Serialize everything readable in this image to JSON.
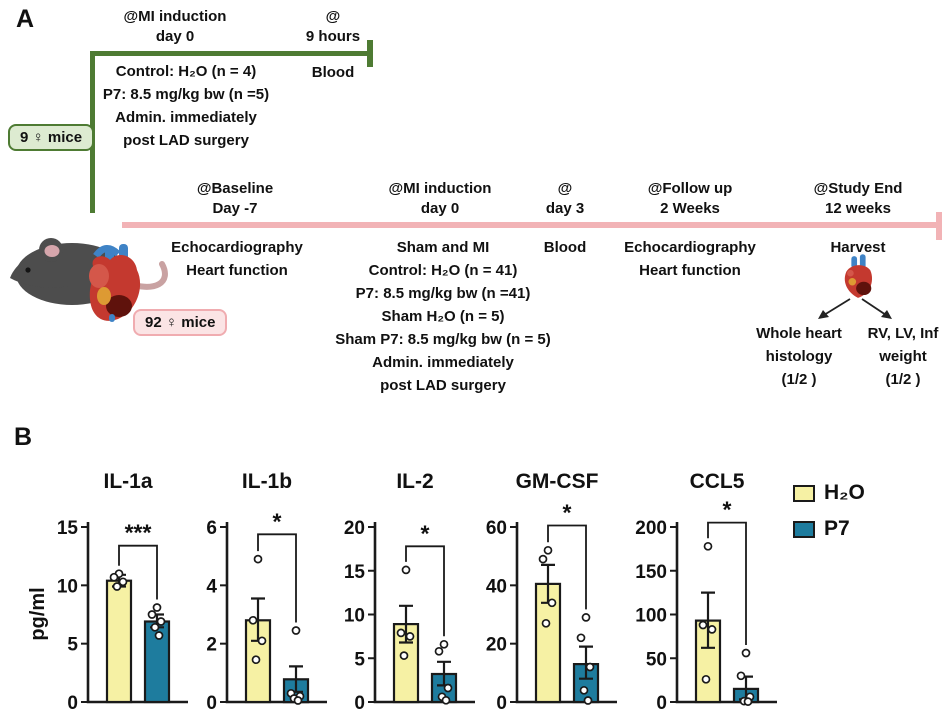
{
  "colors": {
    "h2o": "#F6F1A4",
    "p7": "#1E7C9E",
    "stroke": "#1a1a1a",
    "green": "#4E7B33",
    "green_badge_bg": "#DDEBD1",
    "pink": "#F2B3B6",
    "pink_badge_bg": "#FBE4E5",
    "pink_badge_border": "#F0ACB0"
  },
  "panelA": {
    "label": "A",
    "cohort1": {
      "badge": "9 ♀ mice",
      "events": [
        {
          "line1": "@MI induction",
          "line2": "day 0"
        },
        {
          "line1": "@",
          "line2": "9 hours"
        }
      ],
      "treatment_lines": [
        "Control: H₂O (n = 4)",
        "P7: 8.5 mg/kg bw (n =5)",
        "Admin. immediately",
        "post LAD surgery"
      ],
      "blood_label": "Blood"
    },
    "cohort2": {
      "badge": "92 ♀ mice",
      "events": [
        {
          "line1": "@Baseline",
          "line2": "Day -7",
          "below": [
            "Echocardiography",
            "Heart function"
          ]
        },
        {
          "line1": "@MI induction",
          "line2": "day 0",
          "below": [
            "Sham and MI",
            "Control: H₂O (n = 41)",
            "P7: 8.5 mg/kg bw (n =41)",
            "Sham H₂O (n = 5)",
            "Sham P7: 8.5 mg/kg bw (n = 5)",
            "Admin. immediately",
            "post LAD surgery"
          ]
        },
        {
          "line1": "@",
          "line2": "day 3",
          "below": [
            "Blood"
          ]
        },
        {
          "line1": "@Follow up",
          "line2": "2 Weeks",
          "below": [
            "Echocardiography",
            "Heart function"
          ]
        },
        {
          "line1": "@Study End",
          "line2": "12 weeks",
          "below": [
            "Harvest"
          ]
        }
      ],
      "harvest_left": [
        "Whole heart",
        "histology",
        "(1/2 )"
      ],
      "harvest_right": [
        "RV, LV, Inf",
        "weight",
        "(1/2 )"
      ]
    }
  },
  "panelB": {
    "label": "B",
    "legend": [
      {
        "label": "H₂O",
        "color_key": "h2o"
      },
      {
        "label": "P7",
        "color_key": "p7"
      }
    ]
  },
  "chart_data": [
    {
      "type": "bar",
      "title": "IL-1a",
      "ylabel": "pg/ml",
      "ylim": [
        0,
        15
      ],
      "yticks": [
        0,
        5,
        10,
        15
      ],
      "sig": "***",
      "sig_y": 13.4,
      "legend_position": "right",
      "grid": false,
      "groups": [
        {
          "name": "H₂O",
          "mean": 10.4,
          "err_lo": 9.9,
          "err_hi": 10.9,
          "points": [
            11.0,
            10.7,
            10.3,
            9.9
          ]
        },
        {
          "name": "P7",
          "mean": 6.9,
          "err_lo": 6.4,
          "err_hi": 7.5,
          "points": [
            8.1,
            7.5,
            6.9,
            6.4,
            5.7
          ]
        }
      ]
    },
    {
      "type": "bar",
      "title": "IL-1b",
      "ylabel": "",
      "ylim": [
        0,
        6
      ],
      "yticks": [
        0,
        2,
        4,
        6
      ],
      "sig": "*",
      "sig_y": 5.75,
      "grid": false,
      "groups": [
        {
          "name": "H₂O",
          "mean": 2.8,
          "err_lo": 2.1,
          "err_hi": 3.55,
          "points": [
            4.9,
            2.8,
            2.1,
            1.45
          ]
        },
        {
          "name": "P7",
          "mean": 0.78,
          "err_lo": 0.35,
          "err_hi": 1.22,
          "points": [
            2.45,
            0.3,
            0.2,
            0.12,
            0.05
          ]
        }
      ]
    },
    {
      "type": "bar",
      "title": "IL-2",
      "ylabel": "",
      "ylim": [
        0,
        20
      ],
      "yticks": [
        0,
        5,
        10,
        15,
        20
      ],
      "sig": "*",
      "sig_y": 17.8,
      "grid": false,
      "groups": [
        {
          "name": "H₂O",
          "mean": 8.9,
          "err_lo": 6.8,
          "err_hi": 11.0,
          "points": [
            15.1,
            7.9,
            7.5,
            5.3
          ]
        },
        {
          "name": "P7",
          "mean": 3.2,
          "err_lo": 1.9,
          "err_hi": 4.6,
          "points": [
            6.6,
            5.8,
            1.6,
            0.6,
            0.2
          ]
        }
      ]
    },
    {
      "type": "bar",
      "title": "GM-CSF",
      "ylabel": "",
      "ylim": [
        0,
        60
      ],
      "yticks": [
        0,
        20,
        40,
        60
      ],
      "sig": "*",
      "sig_y": 60.5,
      "grid": false,
      "groups": [
        {
          "name": "H₂O",
          "mean": 40.5,
          "err_lo": 34,
          "err_hi": 47,
          "points": [
            52,
            49,
            34,
            27
          ]
        },
        {
          "name": "P7",
          "mean": 13,
          "err_lo": 8,
          "err_hi": 19,
          "points": [
            29,
            22,
            12,
            4,
            0.5
          ]
        }
      ]
    },
    {
      "type": "bar",
      "title": "CCL5",
      "ylabel": "",
      "ylim": [
        0,
        200
      ],
      "yticks": [
        0,
        50,
        100,
        150,
        200
      ],
      "sig": "*",
      "sig_y": 205,
      "grid": false,
      "groups": [
        {
          "name": "H₂O",
          "mean": 93,
          "err_lo": 62,
          "err_hi": 125,
          "points": [
            178,
            88,
            83,
            26
          ]
        },
        {
          "name": "P7",
          "mean": 15,
          "err_lo": 3,
          "err_hi": 29,
          "points": [
            56,
            30,
            6,
            1,
            0.5
          ]
        }
      ]
    }
  ]
}
